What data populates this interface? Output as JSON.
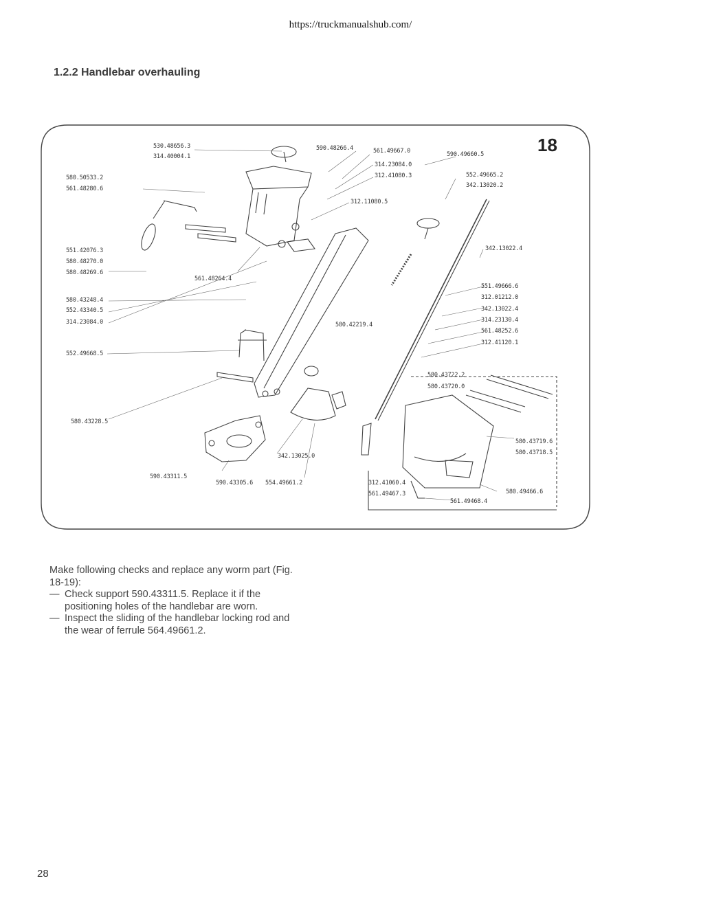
{
  "url": "https://truckmanualshub.com/",
  "section_title": "1.2.2 Handlebar overhauling",
  "figure": {
    "number": "18",
    "part_labels": [
      {
        "id": "p1",
        "text": "530.48656.3"
      },
      {
        "id": "p2",
        "text": "314.40004.1"
      },
      {
        "id": "p3",
        "text": "590.48266.4"
      },
      {
        "id": "p4",
        "text": "561.49667.0"
      },
      {
        "id": "p5",
        "text": "590.49660.5"
      },
      {
        "id": "p6",
        "text": "314.23084.0"
      },
      {
        "id": "p7",
        "text": "312.41080.3"
      },
      {
        "id": "p8",
        "text": "552.49665.2"
      },
      {
        "id": "p9",
        "text": "342.13020.2"
      },
      {
        "id": "p10",
        "text": "580.50533.2"
      },
      {
        "id": "p11",
        "text": "561.48280.6"
      },
      {
        "id": "p12",
        "text": "312.11080.5"
      },
      {
        "id": "p13",
        "text": "551.42076.3"
      },
      {
        "id": "p14",
        "text": "580.48270.0"
      },
      {
        "id": "p15",
        "text": "580.48269.6"
      },
      {
        "id": "p16",
        "text": "342.13022.4"
      },
      {
        "id": "p17",
        "text": "561.48264.4"
      },
      {
        "id": "p18",
        "text": "551.49666.6"
      },
      {
        "id": "p19",
        "text": "312.01212.0"
      },
      {
        "id": "p20",
        "text": "580.43248.4"
      },
      {
        "id": "p21",
        "text": "552.43340.5"
      },
      {
        "id": "p22",
        "text": "314.23084.0"
      },
      {
        "id": "p23",
        "text": "342.13022.4"
      },
      {
        "id": "p24",
        "text": "314.23130.4"
      },
      {
        "id": "p25",
        "text": "580.42219.4"
      },
      {
        "id": "p26",
        "text": "561.48252.6"
      },
      {
        "id": "p27",
        "text": "312.41120.1"
      },
      {
        "id": "p28",
        "text": "552.49668.5"
      },
      {
        "id": "p29",
        "text": "580.43722.2"
      },
      {
        "id": "p30",
        "text": "580.43720.0"
      },
      {
        "id": "p31",
        "text": "580.43228.5"
      },
      {
        "id": "p32",
        "text": "580.43719.6"
      },
      {
        "id": "p33",
        "text": "580.43718.5"
      },
      {
        "id": "p34",
        "text": "342.13025.0"
      },
      {
        "id": "p35",
        "text": "590.43311.5"
      },
      {
        "id": "p36",
        "text": "590.43305.6"
      },
      {
        "id": "p37",
        "text": "554.49661.2"
      },
      {
        "id": "p38",
        "text": "312.41060.4"
      },
      {
        "id": "p39",
        "text": "561.49467.3"
      },
      {
        "id": "p40",
        "text": "580.49466.6"
      },
      {
        "id": "p41",
        "text": "561.49468.4"
      }
    ]
  },
  "body": {
    "intro": "Make following checks and replace any worm part (Fig. 18-19):",
    "bullets": [
      {
        "dash": "—",
        "text": "Check support 590.43311.5. Replace it if the positioning holes of the handlebar are worn."
      },
      {
        "dash": "—",
        "text": "Inspect the sliding of the handlebar locking rod and the wear of ferrule 564.49661.2."
      }
    ]
  },
  "page_number": "28"
}
